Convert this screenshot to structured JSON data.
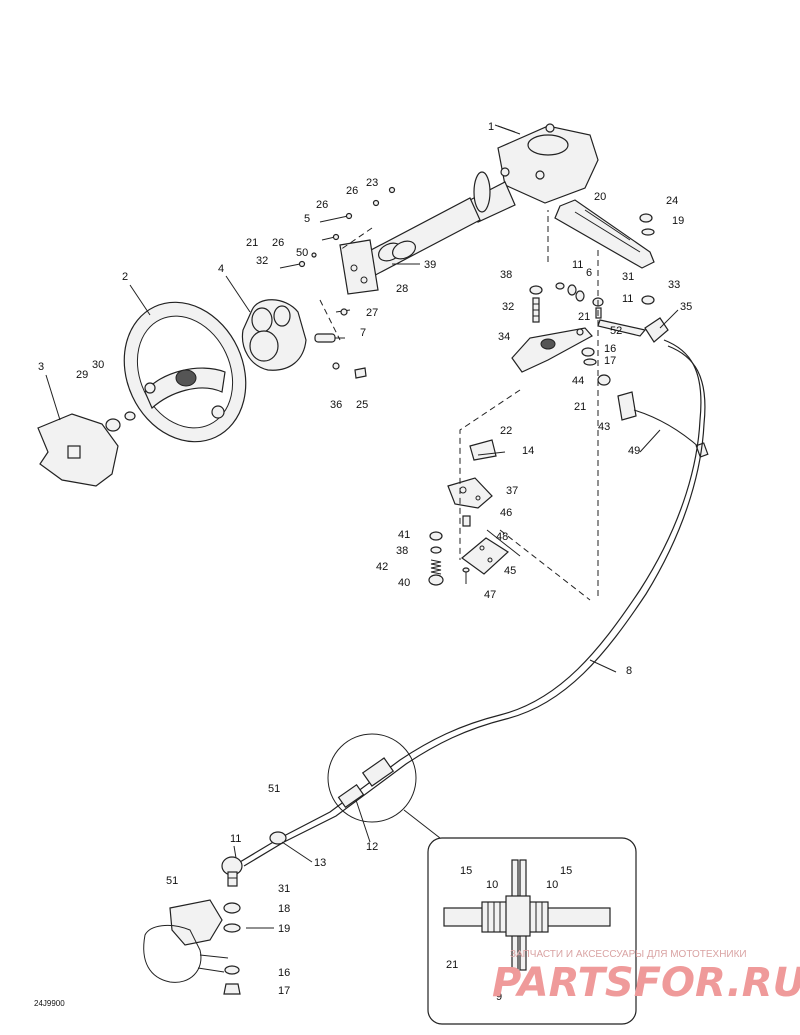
{
  "drawing_id": "24J9900",
  "watermark": {
    "line1": "ЗАПЧАСТИ И АКСЕССУАРЫ ДЛЯ МОТОТЕХНИКИ",
    "logo_text": "PARTSFOR.RU"
  },
  "callouts": [
    "1",
    "2",
    "3",
    "4",
    "5",
    "6",
    "7",
    "8",
    "9",
    "10",
    "11",
    "12",
    "13",
    "14",
    "15",
    "16",
    "17",
    "18",
    "19",
    "20",
    "21",
    "22",
    "23",
    "24",
    "25",
    "26",
    "27",
    "28",
    "29",
    "30",
    "31",
    "32",
    "33",
    "34",
    "35",
    "36",
    "37",
    "38",
    "39",
    "40",
    "41",
    "42",
    "43",
    "44",
    "45",
    "46",
    "47",
    "48",
    "49",
    "50",
    "51",
    "52"
  ]
}
